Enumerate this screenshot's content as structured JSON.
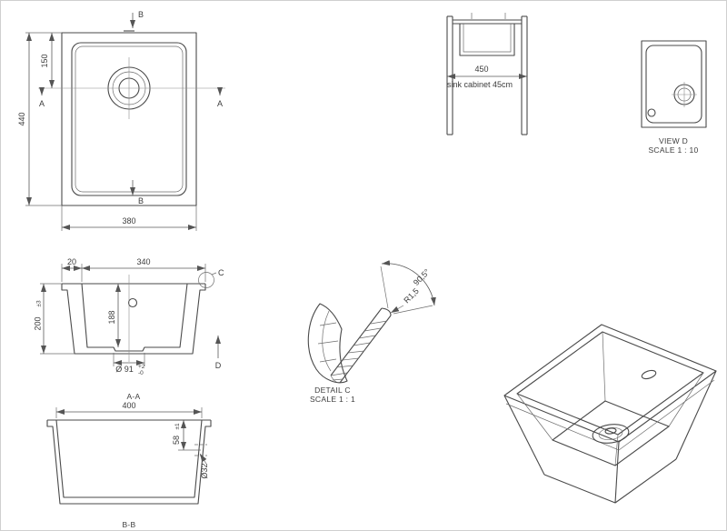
{
  "drawing": {
    "plan_view": {
      "section_b_marker": "B",
      "section_a_marker": "A",
      "dim_drain_offset": "150",
      "dim_height": "440",
      "dim_width": "380"
    },
    "cabinet_view": {
      "dim_width": "450",
      "caption": "sink cabinet 45cm"
    },
    "view_d": {
      "title": "VIEW D",
      "scale": "SCALE 1 : 10"
    },
    "section_aa": {
      "title": "A-A",
      "dim_flange": "20",
      "dim_bowl_width": "340",
      "dim_bowl_depth": "188",
      "dim_height": "200",
      "dim_height_tol": "±3",
      "dim_drain": "Ø 91",
      "dim_drain_tol_upper": "+2",
      "dim_drain_tol_lower": "-0",
      "detail_marker": "C",
      "view_marker": "D"
    },
    "detail_c": {
      "title": "DETAIL C",
      "scale": "SCALE 1 : 1",
      "dim_angle": "90,5°",
      "dim_radius": "R1,5"
    },
    "section_bb": {
      "title": "B-B",
      "dim_bowl_width": "400",
      "dim_overflow_depth": "58",
      "dim_overflow_depth_tol": "±1",
      "dim_overflow_dia": "Ø32"
    }
  }
}
